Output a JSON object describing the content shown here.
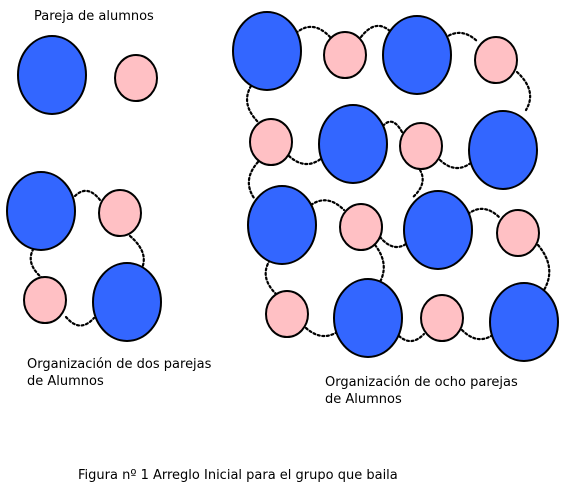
{
  "labels": {
    "pair": "Pareja de alumnos",
    "two_pairs_line1": "Organización de dos parejas",
    "two_pairs_line2": "de Alumnos",
    "eight_pairs_line1": "Organización de ocho parejas",
    "eight_pairs_line2": "de Alumnos",
    "caption": "Figura nº 1 Arreglo Inicial para el grupo que baila"
  },
  "colors": {
    "blue": "#3366ff",
    "pink": "#ffc0c4",
    "outline": "#000000"
  }
}
